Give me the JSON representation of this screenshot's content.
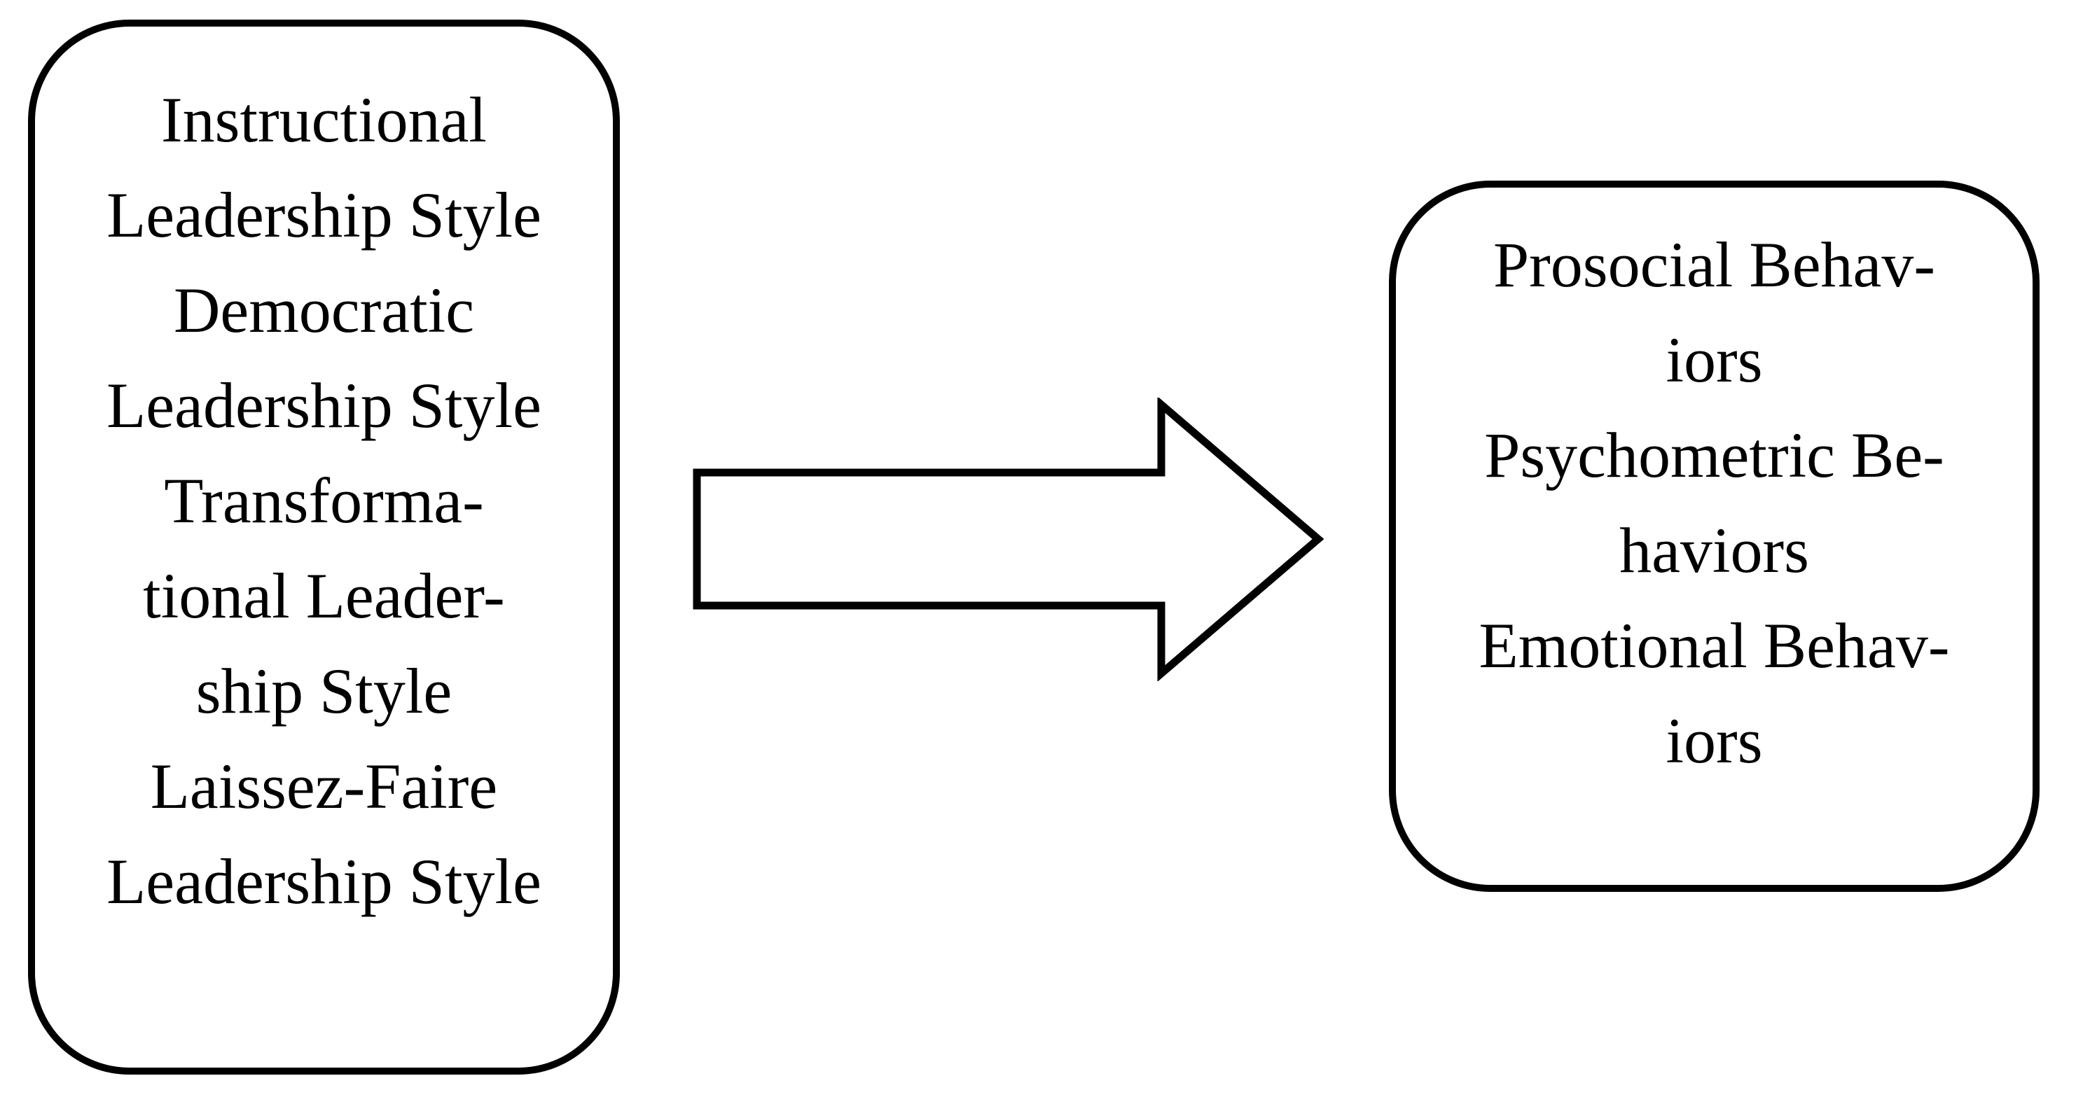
{
  "diagram": {
    "left_box": {
      "lines": [
        "Instructional",
        "Leadership Style",
        "Democratic",
        "Leadership Style",
        "Transforma-",
        "tional Leader-",
        "ship Style",
        "Laissez-Faire",
        "Leadership Style"
      ]
    },
    "arrow": {
      "direction": "right"
    },
    "right_box": {
      "lines": [
        "Prosocial Behav-",
        "iors",
        "Psychometric Be-",
        "haviors",
        "Emotional Behav-",
        "iors"
      ]
    }
  },
  "colors": {
    "outline": "#000000",
    "fill": "#ffffff",
    "text": "#000000"
  }
}
